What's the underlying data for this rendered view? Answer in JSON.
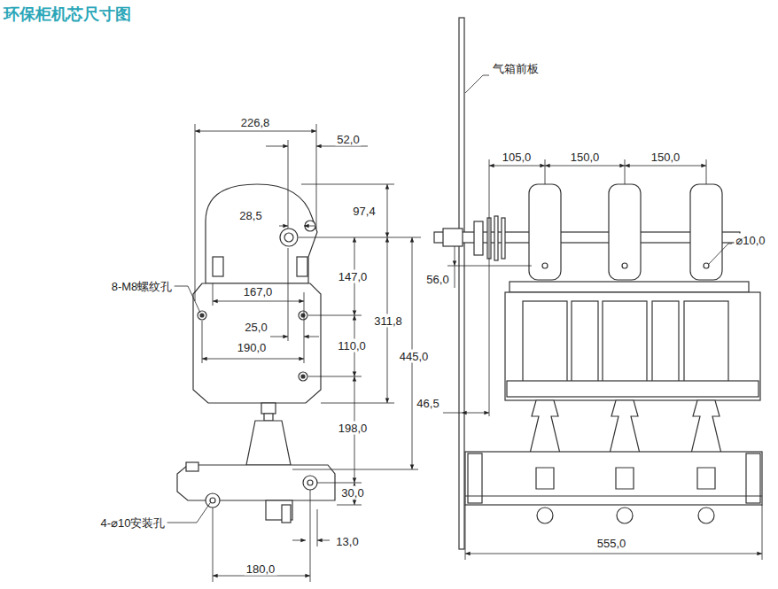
{
  "diagram": {
    "title": "环保柜机芯尺寸图",
    "labels": [
      "226,8",
      "52,0",
      "气箱前板",
      "105,0",
      "150,0",
      "150,0",
      "28,5",
      "97,4",
      "⌀10,0",
      "8-M8螺纹孔",
      "147,0",
      "56,0",
      "167,0",
      "311,8",
      "445,0",
      "25,0",
      "110,0",
      "190,0",
      "46,5",
      "198,0",
      "30,0",
      "4-⌀10安装孔",
      "13,0",
      "180,0",
      "555,0"
    ]
  }
}
